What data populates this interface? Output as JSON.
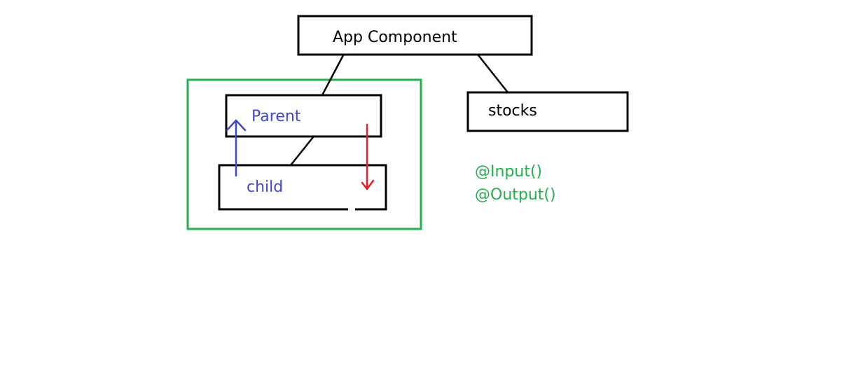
{
  "nodes": {
    "app": {
      "label": "App Component"
    },
    "parent": {
      "label": "Parent"
    },
    "child": {
      "label": "child"
    },
    "stocks": {
      "label": "stocks"
    }
  },
  "decorators": {
    "input": "@Input()",
    "output": "@Output()"
  },
  "colors": {
    "text_dark": "#000000",
    "text_blue": "#3f48cc",
    "group_green": "#22b14c",
    "arrow_up": "#3f48cc",
    "arrow_down": "#ed1c24"
  }
}
